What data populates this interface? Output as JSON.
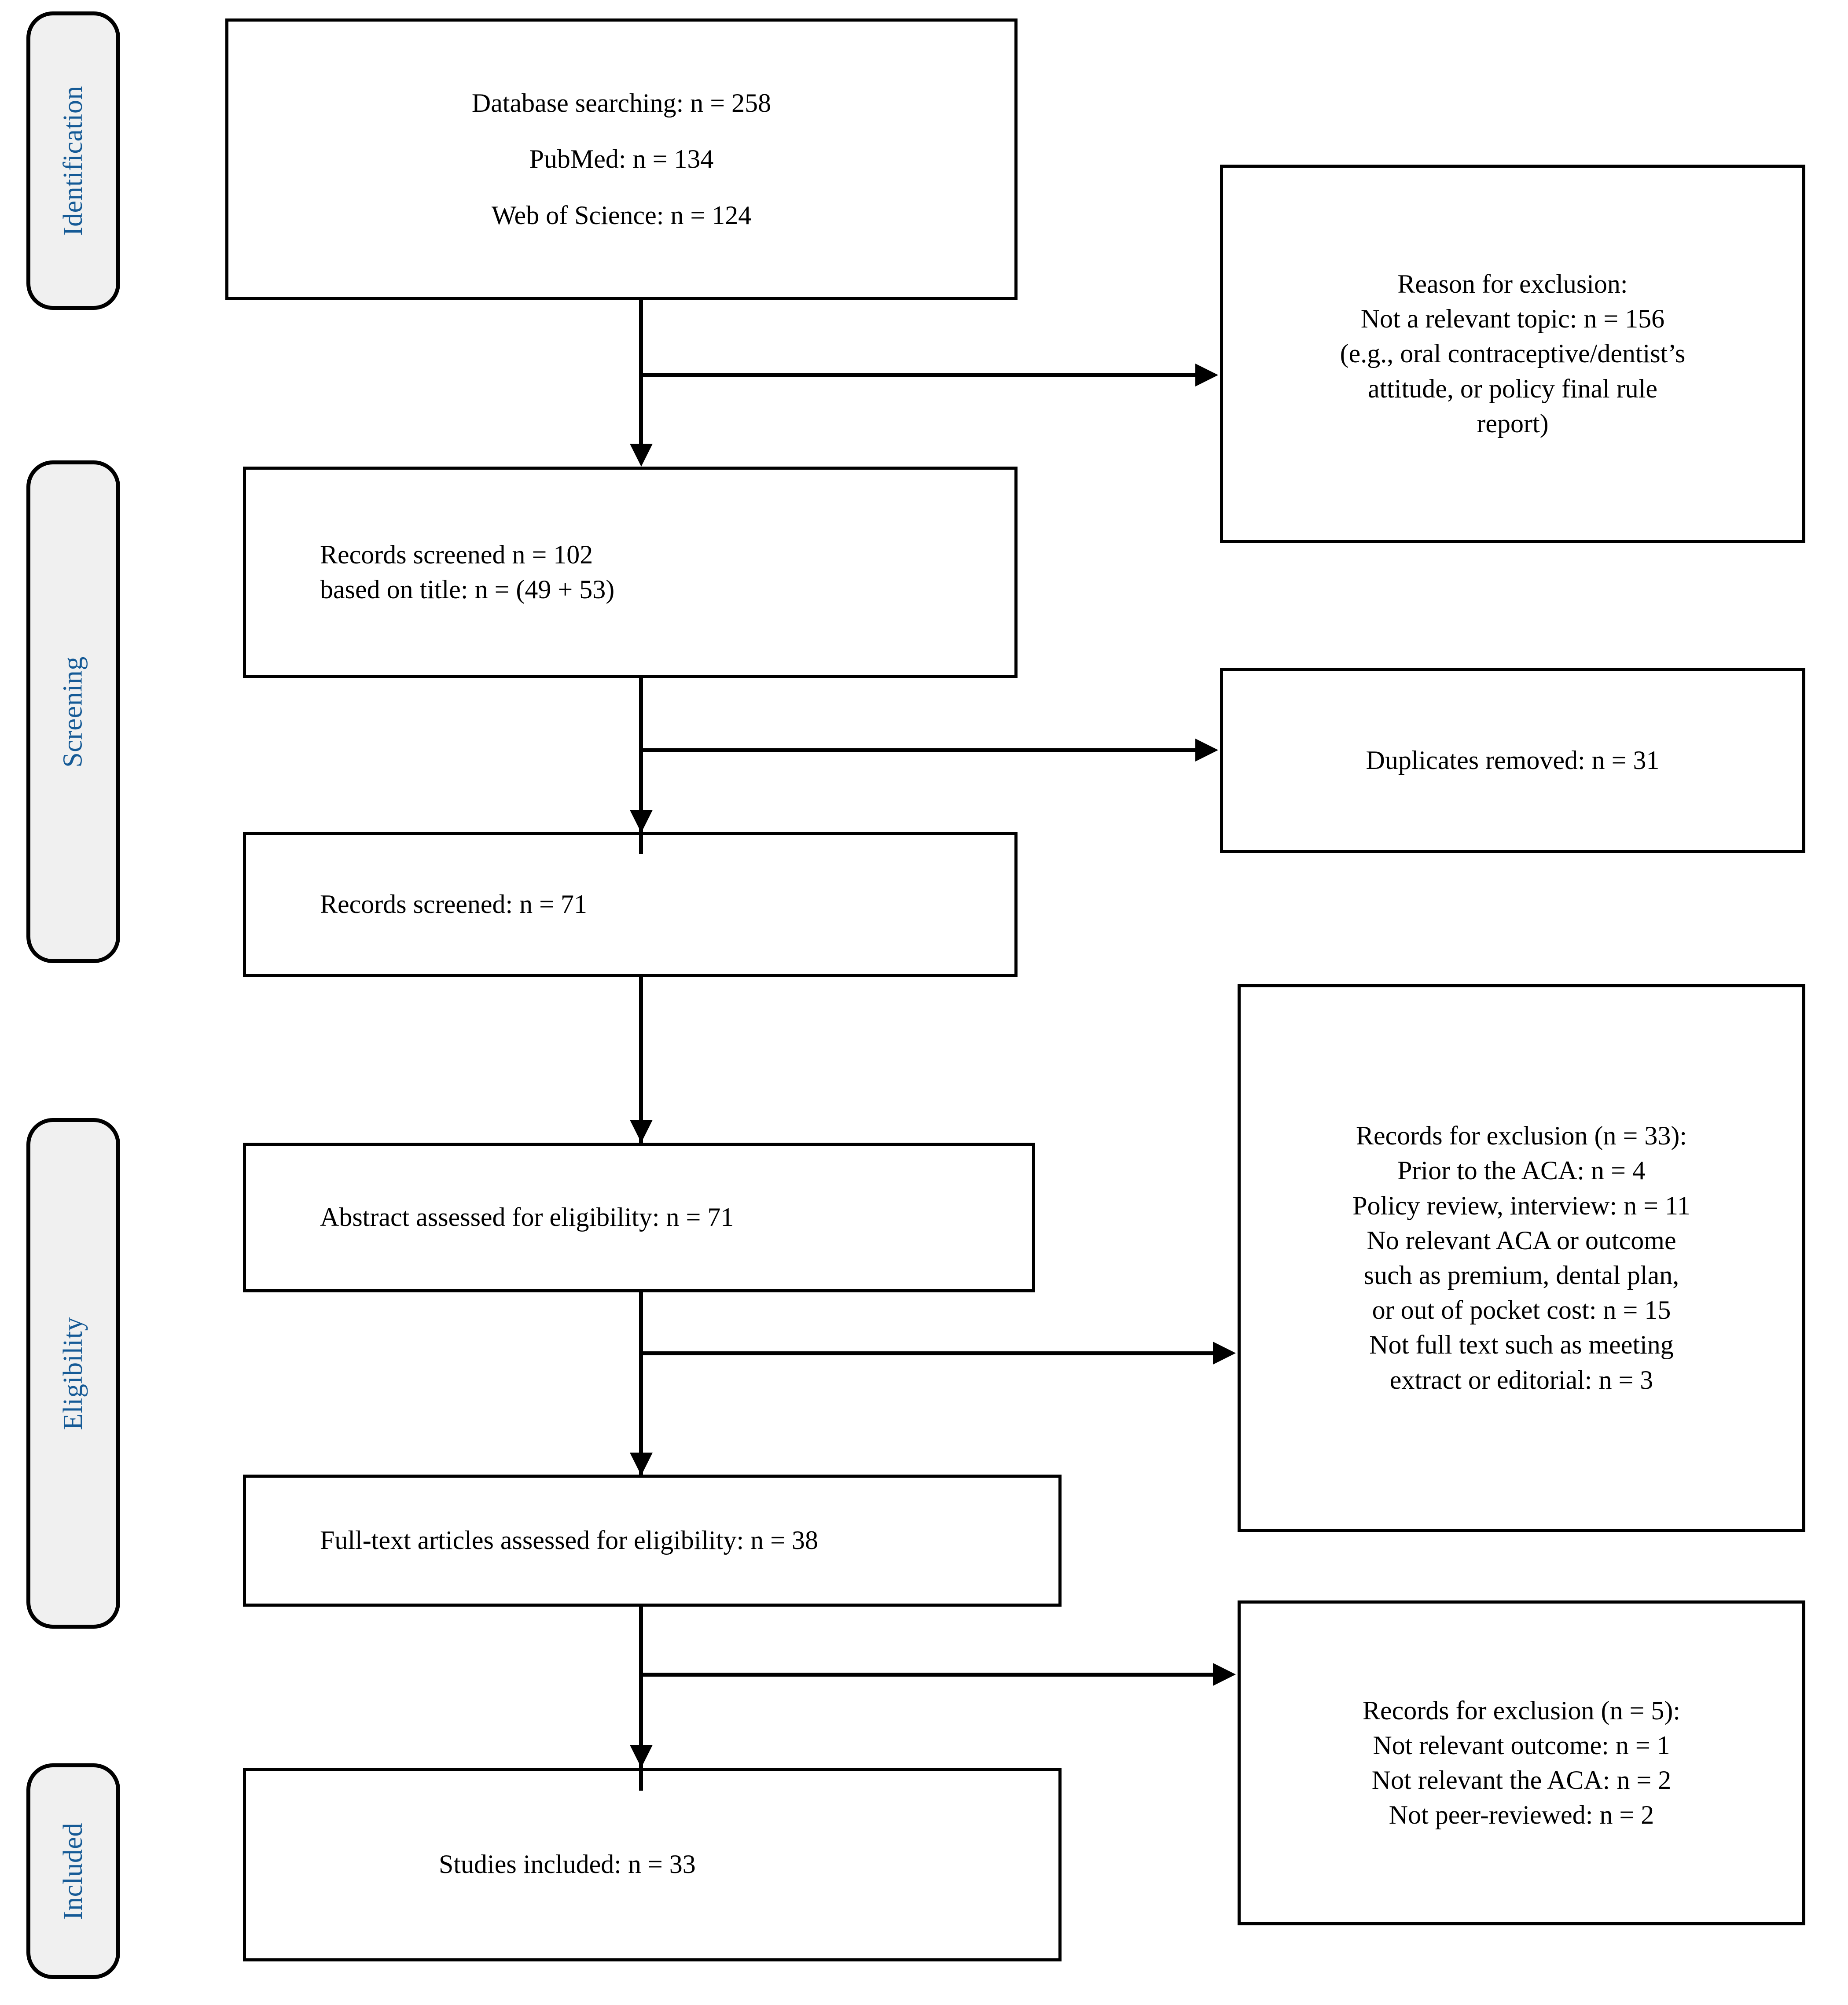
{
  "diagram": {
    "title": "PRISMA flow diagram of study selection",
    "accent_color": "#155A96",
    "stage_fill": "#F0F0F0",
    "line_color": "#000000"
  },
  "stages": [
    {
      "id": "identification",
      "label": "Identification"
    },
    {
      "id": "screening",
      "label": "Screening"
    },
    {
      "id": "eligibility",
      "label": "Eligibility"
    },
    {
      "id": "included",
      "label": "Included"
    }
  ],
  "flow": {
    "identification_box": {
      "lines": [
        "Database searching: n = 258",
        "PubMed: n = 134",
        "Web of Science: n = 124"
      ]
    },
    "records_screened_102": {
      "lines": [
        "Records screened n = 102",
        "based on title: n = (49 + 53)"
      ]
    },
    "records_screened_71": {
      "lines": [
        "Records screened: n = 71"
      ]
    },
    "abstract_assessed": {
      "lines": [
        "Abstract assessed for eligibility: n = 71"
      ]
    },
    "fulltext_assessed": {
      "lines": [
        "Full-text articles assessed for eligibility: n = 38"
      ]
    },
    "studies_included": {
      "lines": [
        "Studies included: n = 33"
      ]
    }
  },
  "exclusions": {
    "reason_not_relevant_topic": {
      "lines": [
        "Reason for exclusion:",
        "Not a relevant topic: n = 156",
        "(e.g., oral contraceptive/dentist’s",
        "attitude, or policy final rule",
        "report)"
      ]
    },
    "duplicates_removed": {
      "lines": [
        "Duplicates removed: n = 31"
      ]
    },
    "records_exclusion_33": {
      "lines": [
        "Records for exclusion (n = 33):",
        "Prior to the ACA: n = 4",
        "Policy review, interview: n = 11",
        "No relevant ACA or outcome",
        "such as premium, dental plan,",
        "or out of pocket cost: n = 15",
        "Not full text such as meeting",
        "extract or editorial: n = 3"
      ]
    },
    "records_exclusion_5": {
      "lines": [
        "Records for exclusion (n = 5):",
        "Not relevant outcome: n = 1",
        "Not relevant the ACA: n = 2",
        "Not peer-reviewed: n = 2"
      ]
    }
  },
  "chart_data": {
    "type": "flowchart",
    "title": "PRISMA flow diagram",
    "nodes": [
      {
        "id": "identification_box",
        "stage": "Identification",
        "value": 258,
        "text": "Database searching: n = 258 / PubMed: n = 134 / Web of Science: n = 124"
      },
      {
        "id": "reason_not_relevant_topic",
        "stage": "Identification",
        "value": 156,
        "text": "Reason for exclusion: Not a relevant topic: n = 156"
      },
      {
        "id": "records_screened_102",
        "stage": "Screening",
        "value": 102,
        "text": "Records screened n = 102 based on title: n = (49 + 53)"
      },
      {
        "id": "duplicates_removed",
        "stage": "Screening",
        "value": 31,
        "text": "Duplicates removed: n = 31"
      },
      {
        "id": "records_screened_71",
        "stage": "Screening",
        "value": 71,
        "text": "Records screened: n = 71"
      },
      {
        "id": "abstract_assessed",
        "stage": "Eligibility",
        "value": 71,
        "text": "Abstract assessed for eligibility: n = 71"
      },
      {
        "id": "records_exclusion_33",
        "stage": "Eligibility",
        "value": 33,
        "text": "Records for exclusion (n = 33)"
      },
      {
        "id": "fulltext_assessed",
        "stage": "Eligibility",
        "value": 38,
        "text": "Full-text articles assessed for eligibility: n = 38"
      },
      {
        "id": "records_exclusion_5",
        "stage": "Included",
        "value": 5,
        "text": "Records for exclusion (n = 5)"
      },
      {
        "id": "studies_included",
        "stage": "Included",
        "value": 33,
        "text": "Studies included: n = 33"
      }
    ],
    "edges": [
      {
        "from": "identification_box",
        "to": "records_screened_102",
        "kind": "down"
      },
      {
        "from": "identification_box",
        "to": "reason_not_relevant_topic",
        "kind": "right"
      },
      {
        "from": "records_screened_102",
        "to": "records_screened_71",
        "kind": "down"
      },
      {
        "from": "records_screened_102",
        "to": "duplicates_removed",
        "kind": "right"
      },
      {
        "from": "records_screened_71",
        "to": "abstract_assessed",
        "kind": "down"
      },
      {
        "from": "abstract_assessed",
        "to": "fulltext_assessed",
        "kind": "down"
      },
      {
        "from": "abstract_assessed",
        "to": "records_exclusion_33",
        "kind": "right"
      },
      {
        "from": "fulltext_assessed",
        "to": "studies_included",
        "kind": "down"
      },
      {
        "from": "fulltext_assessed",
        "to": "records_exclusion_5",
        "kind": "right"
      }
    ]
  }
}
